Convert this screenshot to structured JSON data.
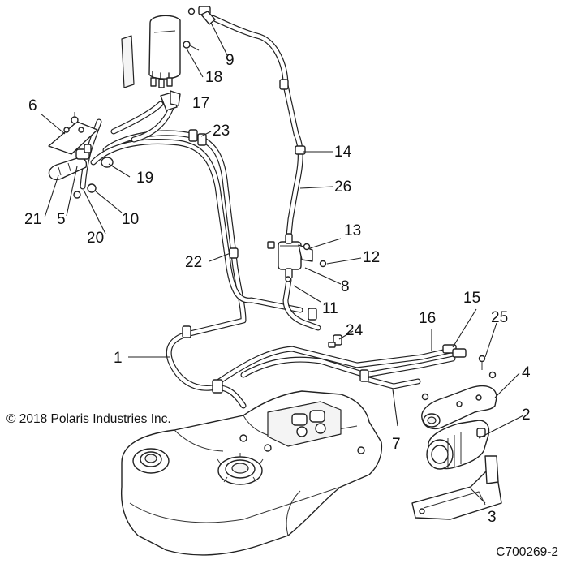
{
  "copyright": "© 2018 Polaris Industries Inc.",
  "drawing_id": "C700269-2",
  "callouts": [
    "1",
    "2",
    "3",
    "4",
    "5",
    "6",
    "7",
    "8",
    "9",
    "10",
    "11",
    "12",
    "13",
    "14",
    "15",
    "16",
    "17",
    "18",
    "19",
    "20",
    "21",
    "22",
    "23",
    "24",
    "25",
    "26"
  ]
}
